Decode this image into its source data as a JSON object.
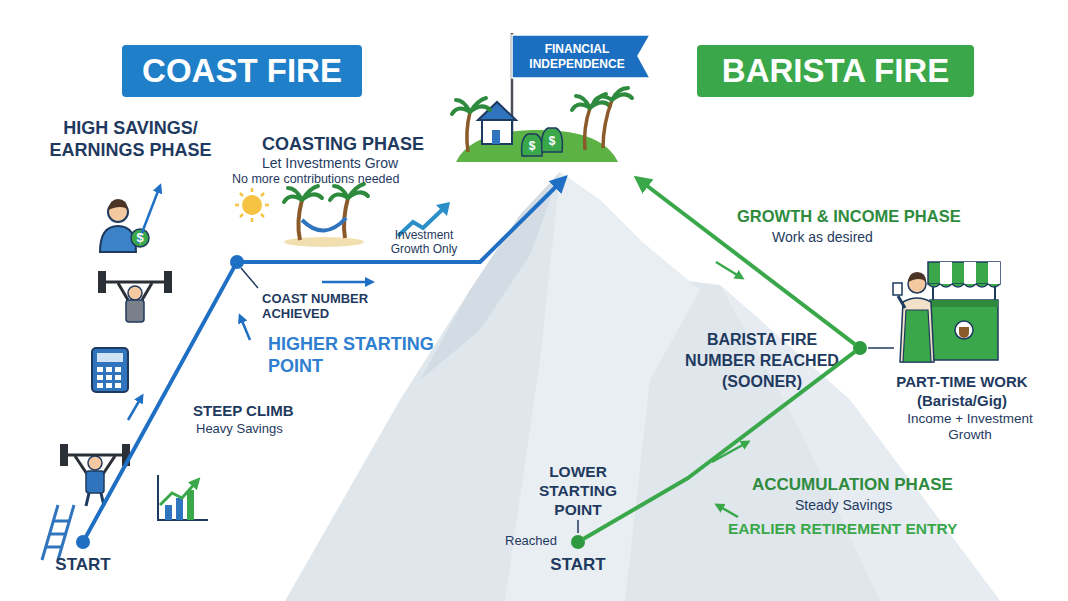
{
  "diagram": {
    "nodes": [
      {
        "text": [
          "COAST FIRE"
        ]
      },
      {
        "text": [
          "BARISTA FIRE"
        ]
      },
      {
        "text": [
          "FINANCIAL INDEPENDENCE"
        ]
      },
      {
        "text": [
          "START"
        ]
      },
      {
        "text": [
          "COAST NUMBER ACHIEVED"
        ]
      },
      {
        "text": [
          "START"
        ]
      },
      {
        "text": [
          "BARISTA FIRE NUMBER REACHED (SOONER)"
        ]
      }
    ],
    "edges": [
      {
        "from": 3,
        "to": 4,
        "arrow": "none"
      },
      {
        "from": 4,
        "to": 2,
        "arrow": "to"
      },
      {
        "from": 5,
        "to": 6,
        "arrow": "none"
      },
      {
        "from": 6,
        "to": 2,
        "arrow": "to"
      }
    ],
    "labels": [
      "HIGH SAVINGS/ EARNINGS PHASE",
      "COASTING PHASE",
      "Let Investments Grow",
      "No more contributions needed",
      "Investment Growth Only",
      "HIGHER STARTING POINT",
      "STEEP CLIMB",
      "Heavy Savings",
      "GROWTH & INCOME PHASE",
      "Work as desired",
      "PART-TIME WORK (Barista/Gig)",
      "Income + Investment Growth",
      "ACCUMULATION PHASE",
      "Steady Savings",
      "EARLIER RETIREMENT ENTRY",
      "LOWER STARTING POINT",
      "Reached",
      "$",
      "$",
      "$"
    ]
  }
}
